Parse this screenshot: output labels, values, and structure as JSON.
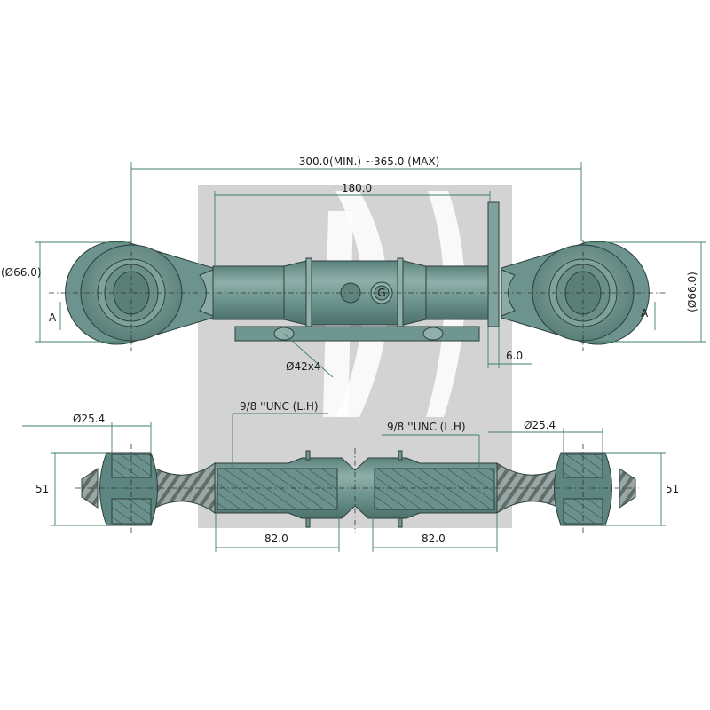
{
  "drawing": {
    "top_view": {
      "overall_length": "300.0(MIN.) ~365.0 (MAX)",
      "tube_length": "180.0",
      "eye_diameter_left": "(Ø66.0)",
      "eye_diameter_right": "(Ø66.0)",
      "section_mark_left": "A",
      "section_mark_right": "A",
      "plate_thickness": "6.0",
      "holes": "Ø42x4",
      "grease_symbol": "G"
    },
    "section_view": {
      "ball_bore_left": "Ø25.4",
      "ball_bore_right": "Ø25.4",
      "ball_width_left": "51",
      "ball_width_right": "51",
      "thread_left": "9/8 ''UNC (L.H)",
      "thread_right": "9/8 ''UNC (L.H)",
      "thread_depth_left": "82.0",
      "thread_depth_right": "82.0"
    },
    "colors": {
      "steel": "#6f9690",
      "steel_dark": "#4d716c",
      "steel_light": "#9bbab4",
      "dimension": "#3f7f67",
      "watermark": "#cfcfcf"
    }
  }
}
